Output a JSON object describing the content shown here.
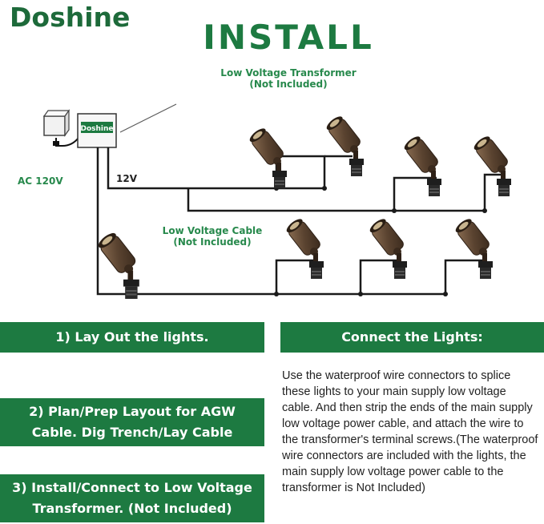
{
  "logo": "Doshine",
  "title": "INSTALL",
  "transformer": {
    "caption_line1": "Low Voltage Transformer",
    "caption_line2": "(Not Included)",
    "box_label": "Doshine"
  },
  "ac_label": "AC 120V",
  "voltage_label": "12V",
  "cable": {
    "caption_line1": "Low Voltage Cable",
    "caption_line2": "(Not Included)"
  },
  "steps": {
    "step1": "1)   Lay Out the lights.",
    "step2_line1": "2)   Plan/Prep Layout for AGW",
    "step2_line2": "Cable. Dig Trench/Lay Cable",
    "step3_line1": "3)  Install/Connect to Low Voltage",
    "step3_line2": "Transformer.  (Not Included)"
  },
  "connect": {
    "heading": "Connect the Lights:",
    "body": "Use the waterproof wire connectors to splice these lights to your main supply low voltage cable. And then strip the ends of the main supply low voltage power cable, and attach the wire to the transformer's terminal screws.(The waterproof wire connectors are included with the lights, the main supply low voltage power cable to the transformer is Not Included)"
  },
  "colors": {
    "brand_green": "#1d7a41",
    "light_bronze": "#6b4f36"
  }
}
